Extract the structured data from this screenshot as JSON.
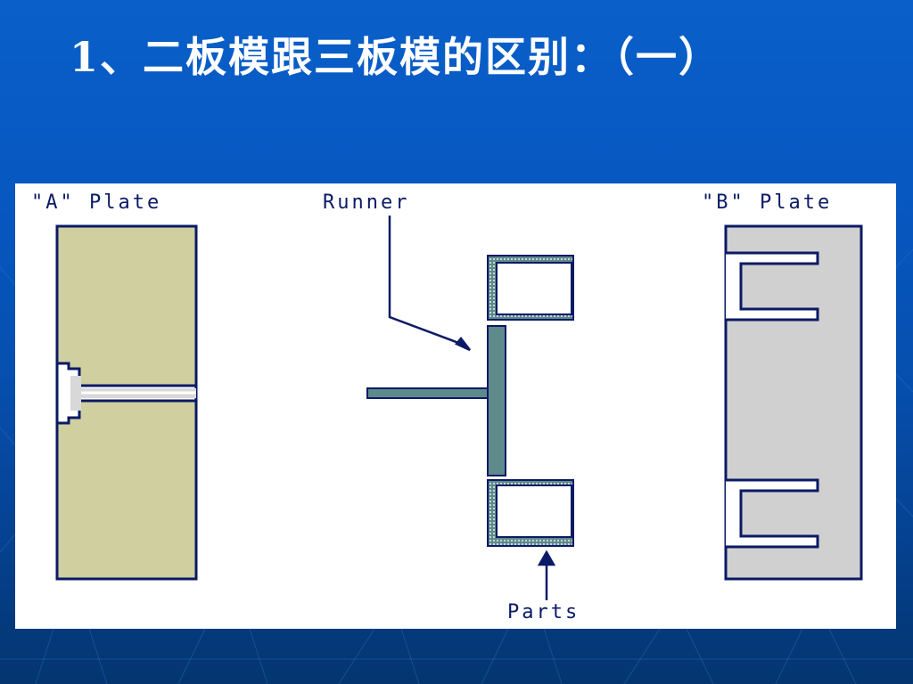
{
  "slide": {
    "title": "1、二板模跟三板模的区别：（一）"
  },
  "diagram": {
    "labels": {
      "a_plate": "\"A\" Plate",
      "runner": "Runner",
      "b_plate": "\"B\" Plate",
      "parts": "Parts"
    },
    "colors": {
      "background_top": "#0a5fc9",
      "background_bottom": "#04356f",
      "panel": "#ffffff",
      "a_plate_fill": "#cfcf9f",
      "b_plate_fill": "#d0d0d0",
      "runner_fill": "#5f8a8b",
      "outline": "#0b1a66",
      "title_text": "#ffffff"
    }
  }
}
